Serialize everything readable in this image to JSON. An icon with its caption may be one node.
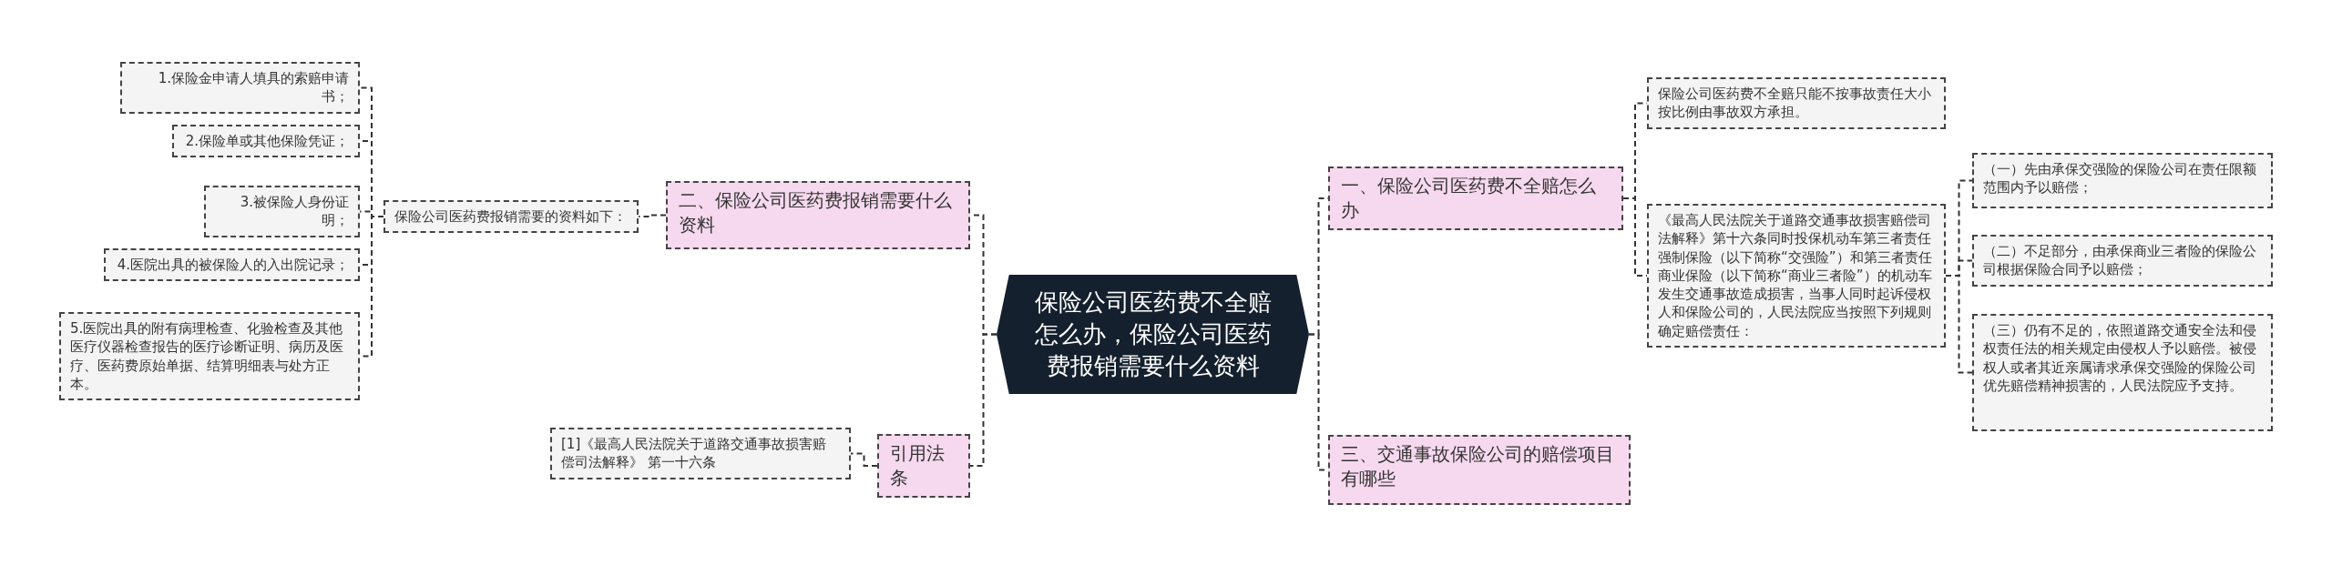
{
  "diagram": {
    "nodes": [
      {
        "text": [
          "保险公司医药费不全赔怎么办，保险公司医药费报销需要什么资料"
        ]
      },
      {
        "text": [
          "二、保险公司医药费报销需要什么资料"
        ]
      },
      {
        "text": [
          "保险公司医药费报销需要的资料如下："
        ]
      },
      {
        "text": [
          "1.保险金申请人填具的索赔申请书；"
        ]
      },
      {
        "text": [
          "2.保险单或其他保险凭证；"
        ]
      },
      {
        "text": [
          "3.被保险人身份证明；"
        ]
      },
      {
        "text": [
          "4.医院出具的被保险人的入出院记录；"
        ]
      },
      {
        "text": [
          "5.医院出具的附有病理检查、化验检查及其他医疗仪器检查报告的医疗诊断证明、病历及医疗、医药费原始单据、结算明细表与处方正本。"
        ]
      },
      {
        "text": [
          "引用法条"
        ]
      },
      {
        "text": [
          "[1]《最高人民法院关于道路交通事故损害赔偿司法解释》 第一十六条"
        ]
      },
      {
        "text": [
          "一、保险公司医药费不全赔怎么办"
        ]
      },
      {
        "text": [
          "保险公司医药费不全赔只能不按事故责任大小按比例由事故双方承担。"
        ]
      },
      {
        "text": [
          "《最高人民法院关于道路交通事故损害赔偿司法解释》第十六条同时投保机动车第三者责任强制保险（以下简称“交强险”）和第三者责任商业保险（以下简称“商业三者险”）的机动车发生交通事故造成损害，当事人同时起诉侵权人和保险公司的，人民法院应当按照下列规则确定赔偿责任："
        ]
      },
      {
        "text": [
          "（一）先由承保交强险的保险公司在责任限额范围内予以赔偿；"
        ]
      },
      {
        "text": [
          "（二）不足部分，由承保商业三者险的保险公司根据保险合同予以赔偿；"
        ]
      },
      {
        "text": [
          "（三）仍有不足的，依照道路交通安全法和侵权责任法的相关规定由侵权人予以赔偿。被侵权人或者其近亲属请求承保交强险的保险公司优先赔偿精神损害的，人民法院应予支持。"
        ]
      },
      {
        "text": [
          "三、交通事故保险公司的赔偿项目有哪些"
        ]
      }
    ],
    "edges": [
      {
        "from": 0,
        "to": 1,
        "arrow": "none"
      },
      {
        "from": 1,
        "to": 2,
        "arrow": "none"
      },
      {
        "from": 2,
        "to": 3,
        "arrow": "none"
      },
      {
        "from": 2,
        "to": 4,
        "arrow": "none"
      },
      {
        "from": 2,
        "to": 5,
        "arrow": "none"
      },
      {
        "from": 2,
        "to": 6,
        "arrow": "none"
      },
      {
        "from": 2,
        "to": 7,
        "arrow": "none"
      },
      {
        "from": 0,
        "to": 8,
        "arrow": "none"
      },
      {
        "from": 8,
        "to": 9,
        "arrow": "none"
      },
      {
        "from": 0,
        "to": 10,
        "arrow": "none"
      },
      {
        "from": 10,
        "to": 11,
        "arrow": "none"
      },
      {
        "from": 10,
        "to": 12,
        "arrow": "none"
      },
      {
        "from": 12,
        "to": 13,
        "arrow": "none"
      },
      {
        "from": 12,
        "to": 14,
        "arrow": "none"
      },
      {
        "from": 12,
        "to": 15,
        "arrow": "none"
      },
      {
        "from": 0,
        "to": 16,
        "arrow": "none"
      }
    ]
  }
}
